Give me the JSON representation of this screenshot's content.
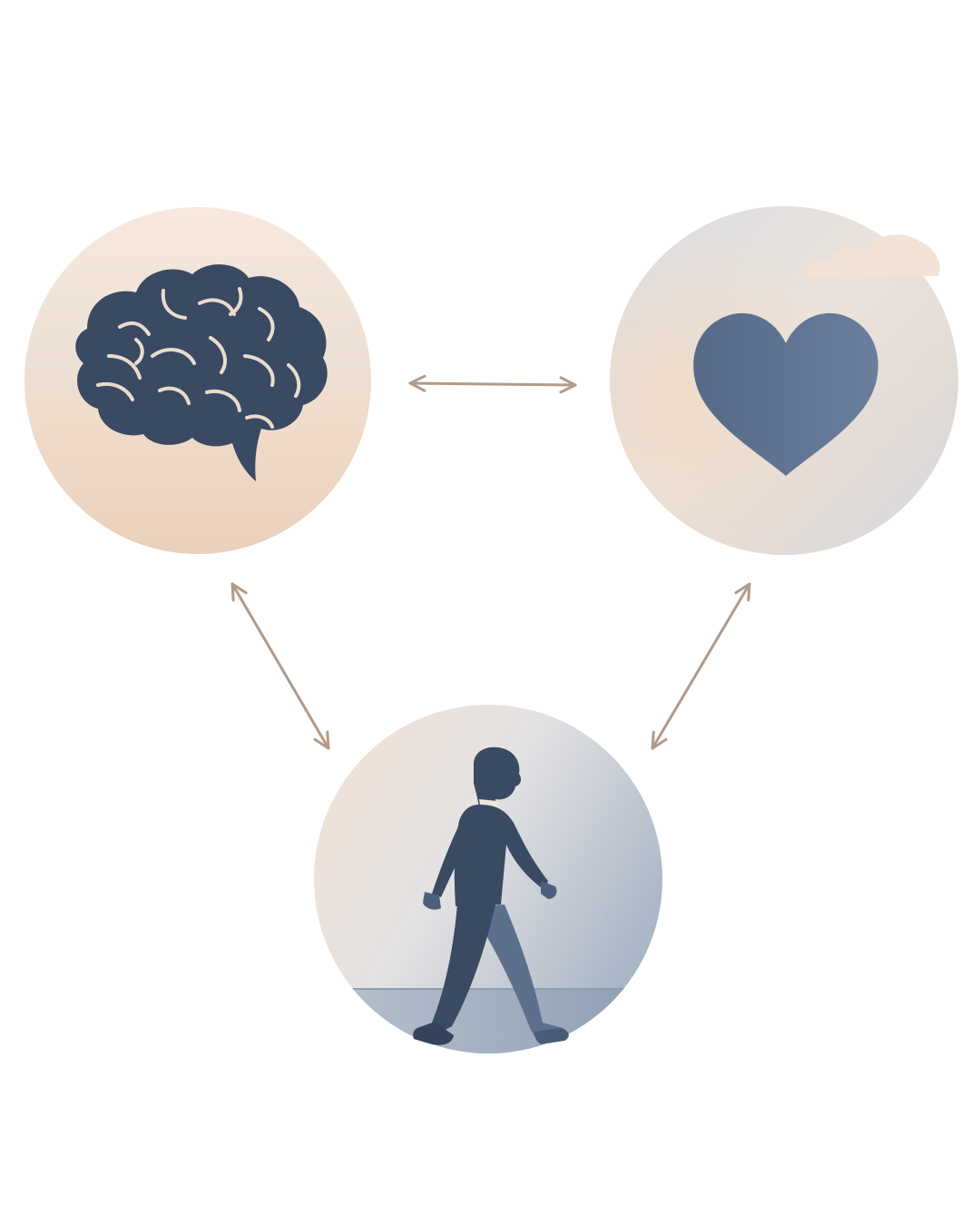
{
  "diagram": {
    "nodes": [
      {
        "id": "mind",
        "icon": "brain-icon"
      },
      {
        "id": "emotion",
        "icon": "heart-icon"
      },
      {
        "id": "body",
        "icon": "walking-person-icon"
      }
    ],
    "edges": [
      {
        "from": "mind",
        "to": "emotion",
        "direction": "bidirectional"
      },
      {
        "from": "mind",
        "to": "body",
        "direction": "bidirectional"
      },
      {
        "from": "emotion",
        "to": "body",
        "direction": "bidirectional"
      }
    ]
  },
  "colors": {
    "background": "#ffffff",
    "icon_dark": "#3a4a63",
    "icon_mid": "#5f7390",
    "heart": "#5f7594",
    "arrow": "#b29a88",
    "peach": "#efd9c8",
    "mist": "#dfe2e6",
    "cloud": "#f2e3d6"
  }
}
